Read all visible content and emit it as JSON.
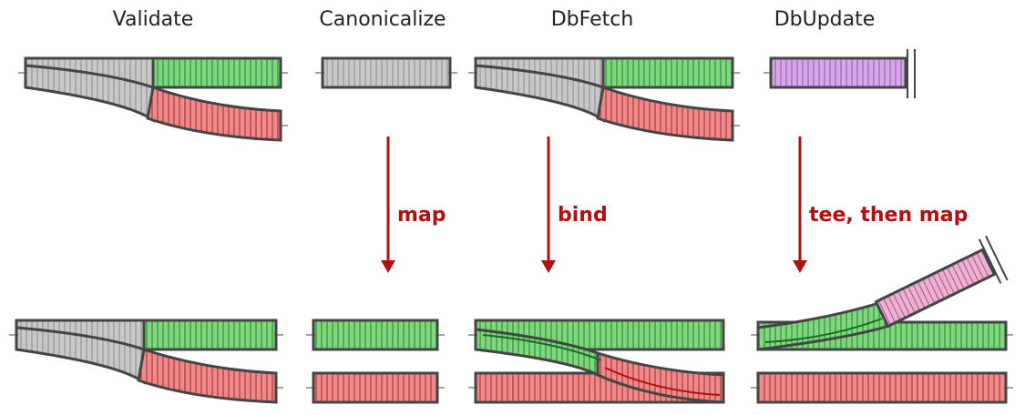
{
  "columns": {
    "validate": "Validate",
    "canonicalize": "Canonicalize",
    "dbfetch": "DbFetch",
    "dbupdate": "DbUpdate"
  },
  "operations": {
    "map": "map",
    "bind": "bind",
    "tee": "tee, then map"
  },
  "colors": {
    "gray": "#c8c8c8",
    "green": "#7ed97e",
    "red": "#f08a8a",
    "purple": "#d9a7e8",
    "pink": "#eeb0d4",
    "arrow": "#b01010",
    "outline": "#444444"
  }
}
